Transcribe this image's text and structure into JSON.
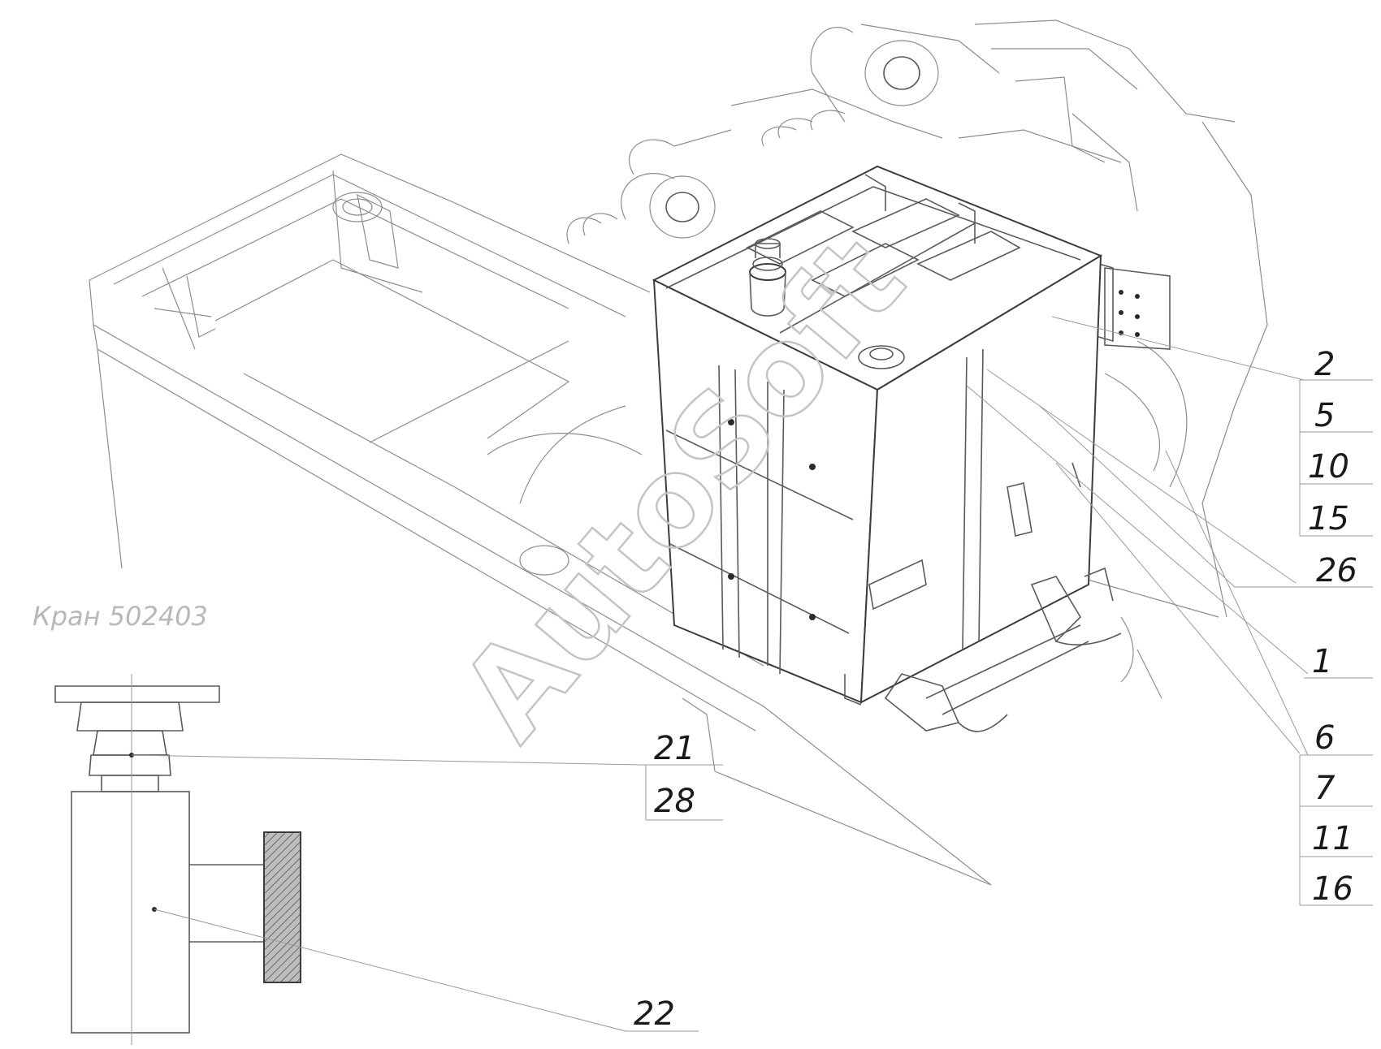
{
  "caption": "Кран 502403",
  "watermark": "AutoSoft",
  "callouts": {
    "group_a": [
      "2",
      "5",
      "10",
      "15"
    ],
    "single_26": "26",
    "single_1": "1",
    "group_b": [
      "6",
      "7",
      "11",
      "16"
    ],
    "group_c": [
      "21",
      "28"
    ],
    "single_22": "22"
  }
}
